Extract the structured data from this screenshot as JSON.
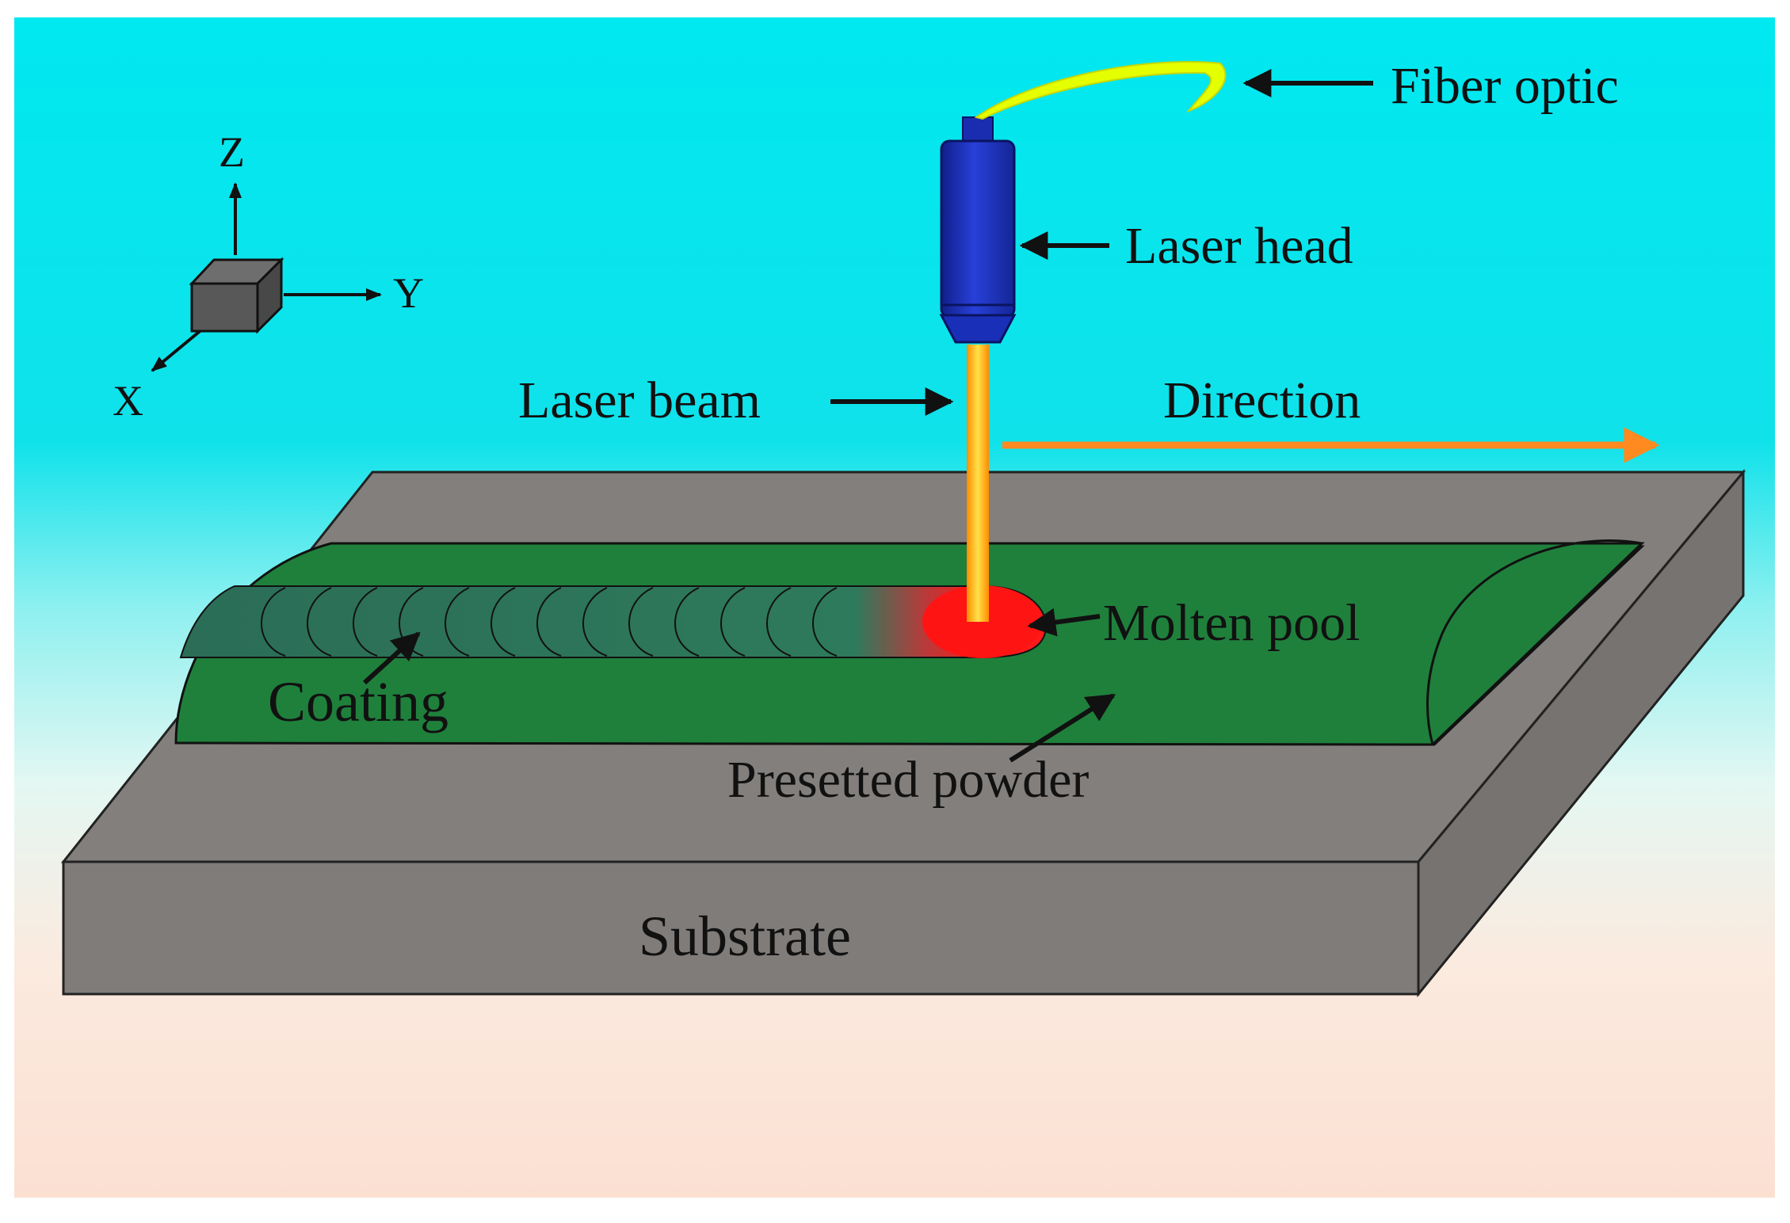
{
  "labels": {
    "fiber_optic": "Fiber optic",
    "laser_head": "Laser head",
    "laser_beam": "Laser beam",
    "direction": "Direction",
    "molten_pool": "Molten pool",
    "coating": "Coating",
    "presetted_powder": "Presetted powder",
    "substrate": "Substrate"
  },
  "axes": {
    "x": "X",
    "y": "Y",
    "z": "Z"
  },
  "colors": {
    "background_top": "#00e5ee",
    "background_bottom": "#fbe4d8",
    "substrate": "#807d7b",
    "powder": "#1e7f3c",
    "coating": "#2a6b55",
    "laser_head": "#1f35c8",
    "laser_beam": "#ffb300",
    "molten_pool": "#ff1a1a",
    "direction_arrow": "#ff8a1f",
    "fiber_optic": "#e6ff00"
  }
}
